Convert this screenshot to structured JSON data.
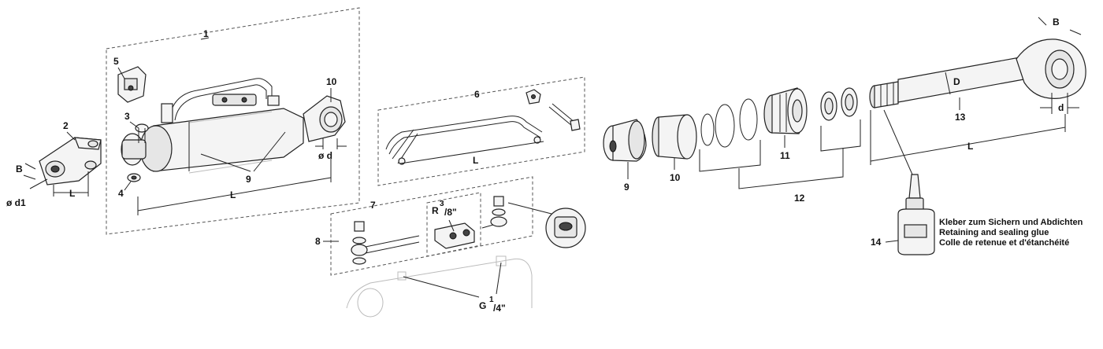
{
  "callouts": {
    "c1": "1",
    "c2": "2",
    "c3": "3",
    "c4": "4",
    "c5": "5",
    "c6": "6",
    "c7": "7",
    "c8": "8",
    "c9a": "9",
    "c9b": "9",
    "c10a": "10",
    "c10b": "10",
    "c11": "11",
    "c12": "12",
    "c13": "13",
    "c14": "14"
  },
  "dimensions": {
    "B_left": "B",
    "d1": "ø d1",
    "L_yoke": "L",
    "L_cyl": "L",
    "d_cyl": "ø d",
    "L_brace": "L",
    "B_right": "B",
    "D": "D",
    "d_right": "d",
    "L_rod": "L"
  },
  "threads": {
    "R_main": "R",
    "R_sup": "3",
    "R_sub": "/8\"",
    "G_main": "G",
    "G_sup": "1",
    "G_sub": "/4\""
  },
  "glue_note": {
    "line1": "Kleber zum Sichern und Abdichten",
    "line2": "Retaining and sealing glue",
    "line3": "Colle de retenue et d'étanchéité"
  }
}
